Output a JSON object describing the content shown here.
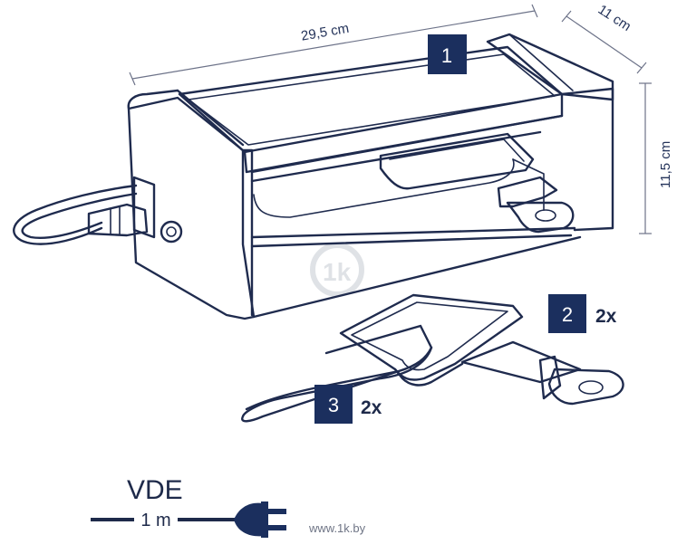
{
  "dimensions": {
    "length": "29,5 cm",
    "depth": "11 cm",
    "height": "11,5 cm"
  },
  "parts": [
    {
      "number": "1",
      "quantity": ""
    },
    {
      "number": "2",
      "quantity": "2x"
    },
    {
      "number": "3",
      "quantity": "2x"
    }
  ],
  "cable": {
    "standard": "VDE",
    "length": "1 m"
  },
  "watermark": "www.1k.by",
  "colors": {
    "badge": "#1b2f5e",
    "line": "#1f2b4e",
    "dimension": "#6d7389"
  }
}
